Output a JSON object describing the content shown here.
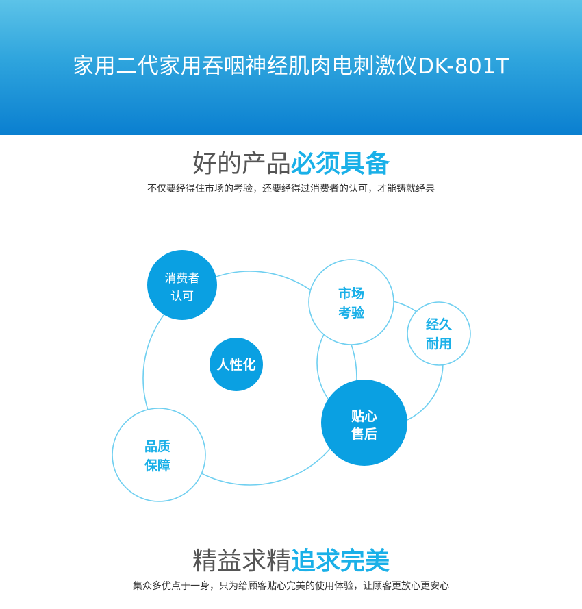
{
  "banner": {
    "title": "家用二代家用吞咽神经肌肉电刺激仪DK-801T"
  },
  "section1": {
    "title_plain": "好的产品",
    "title_accent": "必须具备",
    "subtitle": "不仅要经得住市场的考验，还要经得过消费者的认可，才能铸就经典"
  },
  "diagram": {
    "nodes": [
      {
        "id": "consumer",
        "line1": "消费者",
        "line2": "认可"
      },
      {
        "id": "market",
        "line1": "市场",
        "line2": "考验"
      },
      {
        "id": "durable",
        "line1": "经久",
        "line2": "耐用"
      },
      {
        "id": "human",
        "line1": "人性化",
        "line2": ""
      },
      {
        "id": "service",
        "line1": "贴心",
        "line2": "售后"
      },
      {
        "id": "quality",
        "line1": "品质",
        "line2": "保障"
      }
    ],
    "colors": {
      "accent": "#1ab0e8",
      "fill": "#0aa0e2",
      "ring": "#6fcff0"
    }
  },
  "section2": {
    "title_plain": "精益求精",
    "title_accent": "追求完美",
    "subtitle": "集众多优点于一身，只为给顾客贴心完美的使用体验，让顾客更放心更安心"
  }
}
